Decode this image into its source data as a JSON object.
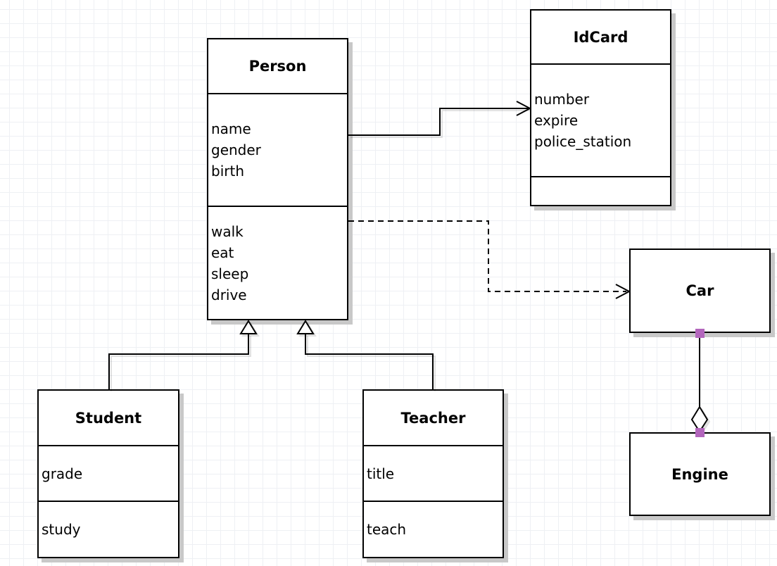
{
  "diagram": {
    "kind": "uml-class-diagram",
    "colors": {
      "line": "#000000",
      "box_fill": "#ffffff",
      "box_shadow": "#c8c8c8",
      "grid": "#eef0f4",
      "endpoint_marker": "#b366bd"
    },
    "classes": [
      {
        "id": "person",
        "title": "Person",
        "sections": [
          {
            "items": [
              "name",
              "gender",
              "birth"
            ]
          },
          {
            "items": [
              "walk",
              "eat",
              "sleep",
              "drive"
            ]
          }
        ]
      },
      {
        "id": "idcard",
        "title": "IdCard",
        "sections": [
          {
            "items": [
              "number",
              "expire",
              "police_station"
            ]
          },
          {
            "items": []
          }
        ]
      },
      {
        "id": "car",
        "title": "Car",
        "sections": []
      },
      {
        "id": "engine",
        "title": "Engine",
        "sections": []
      },
      {
        "id": "student",
        "title": "Student",
        "sections": [
          {
            "items": [
              "grade"
            ]
          },
          {
            "items": [
              "study"
            ]
          }
        ]
      },
      {
        "id": "teacher",
        "title": "Teacher",
        "sections": [
          {
            "items": [
              "title"
            ]
          },
          {
            "items": [
              "teach"
            ]
          }
        ]
      }
    ],
    "relations": [
      {
        "type": "association",
        "from": "Person",
        "to": "IdCard",
        "line": "solid",
        "arrow": "open"
      },
      {
        "type": "dependency",
        "from": "Person",
        "to": "Car",
        "line": "dashed",
        "arrow": "open"
      },
      {
        "type": "generalization",
        "from": "Student",
        "to": "Person",
        "line": "solid",
        "arrow": "hollow-triangle"
      },
      {
        "type": "generalization",
        "from": "Teacher",
        "to": "Person",
        "line": "solid",
        "arrow": "hollow-triangle"
      },
      {
        "type": "aggregation",
        "from": "Car",
        "to": "Engine",
        "line": "solid",
        "arrow": "hollow-diamond",
        "endpoint_marker_color": "#b366bd"
      }
    ]
  }
}
